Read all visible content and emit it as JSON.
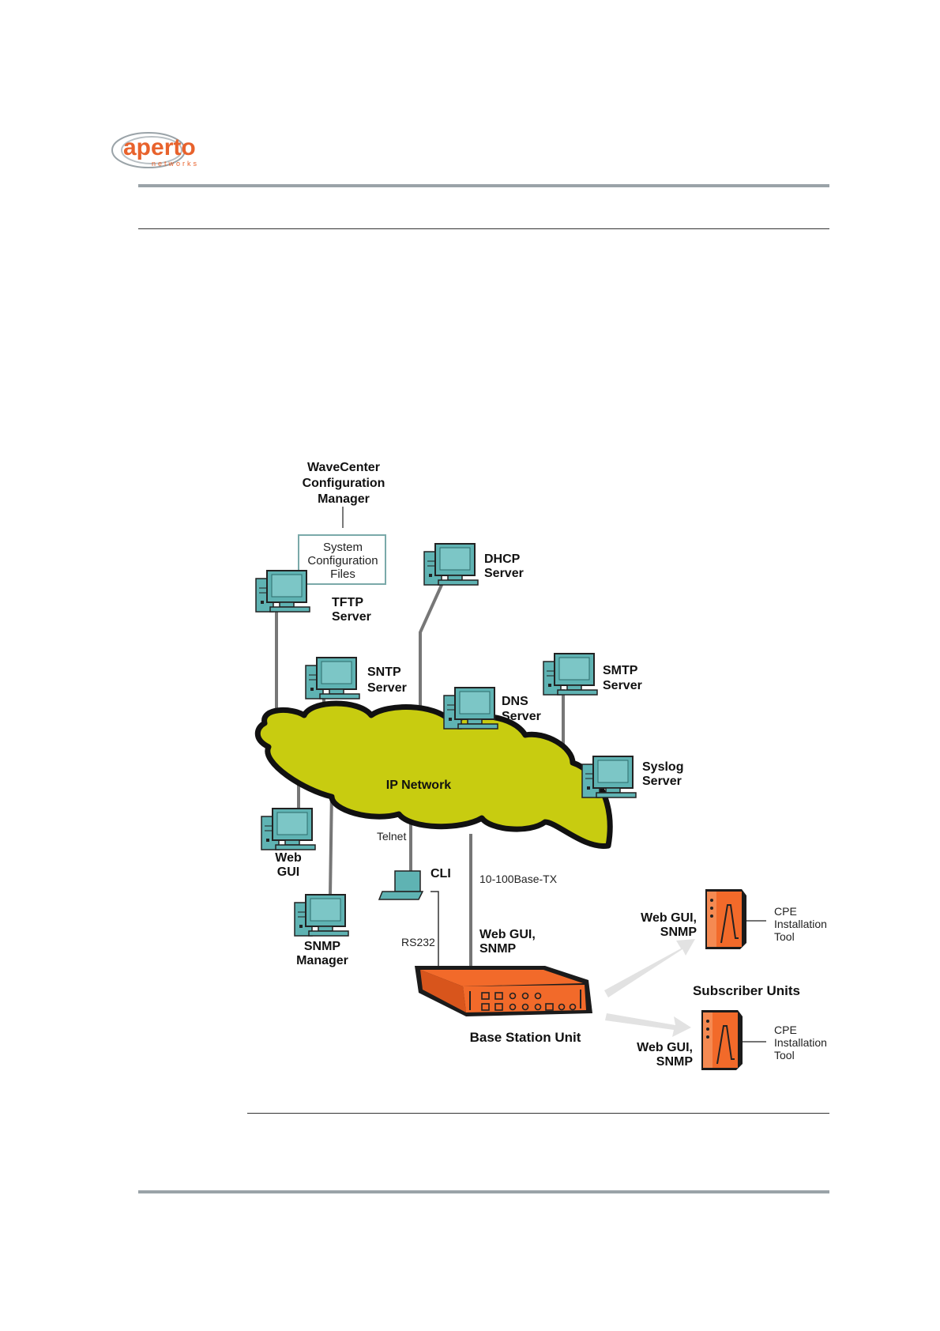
{
  "logo": {
    "brand": "aperto",
    "sub": "networks"
  },
  "colors": {
    "rule": "#9aa3a8",
    "computer": "#5fb3b3",
    "computer_dark": "#2d6b6b",
    "cloud": "#c8cc10",
    "orange": "#f26a2a",
    "box_border": "#7aa9a9"
  },
  "diagram": {
    "wavecenter": [
      "WaveCenter",
      "Configuration",
      "Manager"
    ],
    "config_files": [
      "System",
      "Configuration",
      "Files"
    ],
    "tftp": [
      "TFTP",
      "Server"
    ],
    "dhcp": [
      "DHCP",
      "Server"
    ],
    "sntp": [
      "SNTP",
      "Server"
    ],
    "smtp": [
      "SMTP",
      "Server"
    ],
    "dns": [
      "DNS",
      "Server"
    ],
    "syslog": [
      "Syslog",
      "Server"
    ],
    "ip_network": "IP Network",
    "web_gui": [
      "Web",
      "GUI"
    ],
    "telnet": "Telnet",
    "cli": "CLI",
    "base_tx": "10-100Base-TX",
    "snmp_manager": [
      "SNMP",
      "Manager"
    ],
    "rs232": "RS232",
    "bsu_web_gui": [
      "Web GUI,",
      "SNMP"
    ],
    "base_station": "Base Station Unit",
    "subscriber_units": "Subscriber Units",
    "su1_label": [
      "Web GUI,",
      "SNMP"
    ],
    "su2_label": [
      "Web GUI,",
      "SNMP"
    ],
    "cpe_tool_1": [
      "CPE",
      "Installation",
      "Tool"
    ],
    "cpe_tool_2": [
      "CPE",
      "Installation",
      "Tool"
    ]
  }
}
